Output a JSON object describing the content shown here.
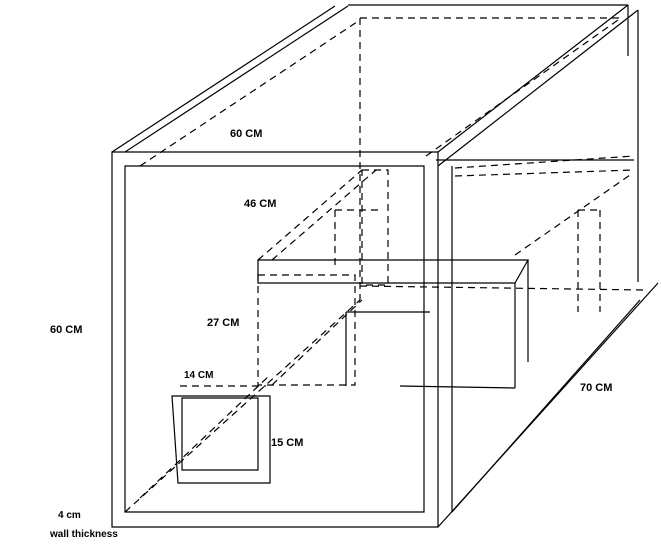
{
  "labels": {
    "width_top": "60 CM",
    "inner_depth": "46 CM",
    "height_left": "60 CM",
    "inner_height": "27 CM",
    "small_width": "14 CM",
    "small_height": "15 CM",
    "depth_right": "70 CM",
    "wall_value": "4 cm",
    "wall_caption": "wall thickness"
  }
}
